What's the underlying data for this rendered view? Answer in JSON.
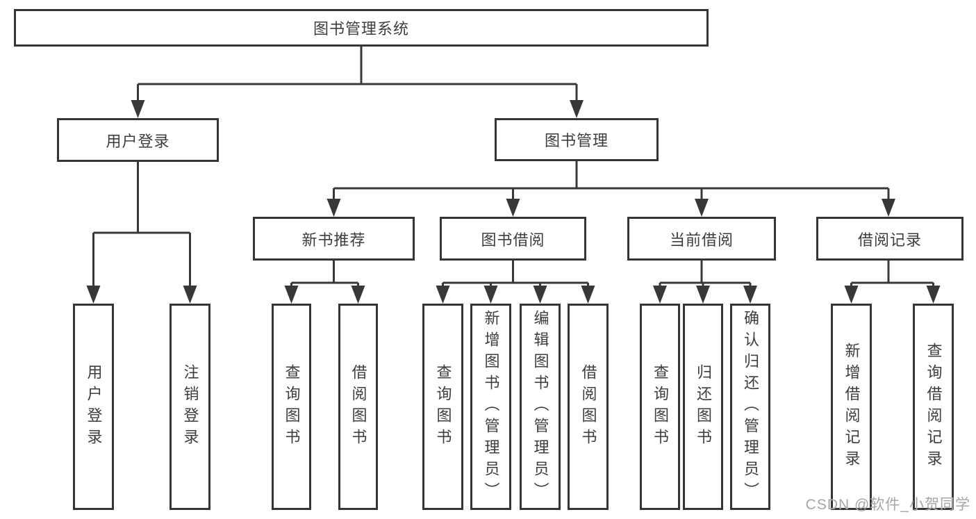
{
  "diagram": {
    "root": {
      "label": "图书管理系统"
    },
    "branches": [
      {
        "label": "用户登录",
        "children": [
          {
            "label": "用户登录"
          },
          {
            "label": "注销登录"
          }
        ]
      },
      {
        "label": "图书管理",
        "sections": [
          {
            "label": "新书推荐",
            "children": [
              {
                "label": "查询图书"
              },
              {
                "label": "借阅图书"
              }
            ]
          },
          {
            "label": "图书借阅",
            "children": [
              {
                "label": "查询图书"
              },
              {
                "label": "新增图书（管理员）"
              },
              {
                "label": "编辑图书（管理员）"
              },
              {
                "label": "借阅图书"
              }
            ]
          },
          {
            "label": "当前借阅",
            "children": [
              {
                "label": "查询图书"
              },
              {
                "label": "归还图书"
              },
              {
                "label": "确认归还（管理员）"
              }
            ]
          },
          {
            "label": "借阅记录",
            "children": [
              {
                "label": "新增借阅记录"
              },
              {
                "label": "查询借阅记录"
              }
            ]
          }
        ]
      }
    ]
  },
  "watermark": {
    "text": "CSDN @软件_小贺同学"
  },
  "colors": {
    "line": "#383838",
    "box_border": "#353535",
    "text": "#3d3d3d",
    "watermark": "#a6a6a6",
    "background": "#ffffff"
  }
}
